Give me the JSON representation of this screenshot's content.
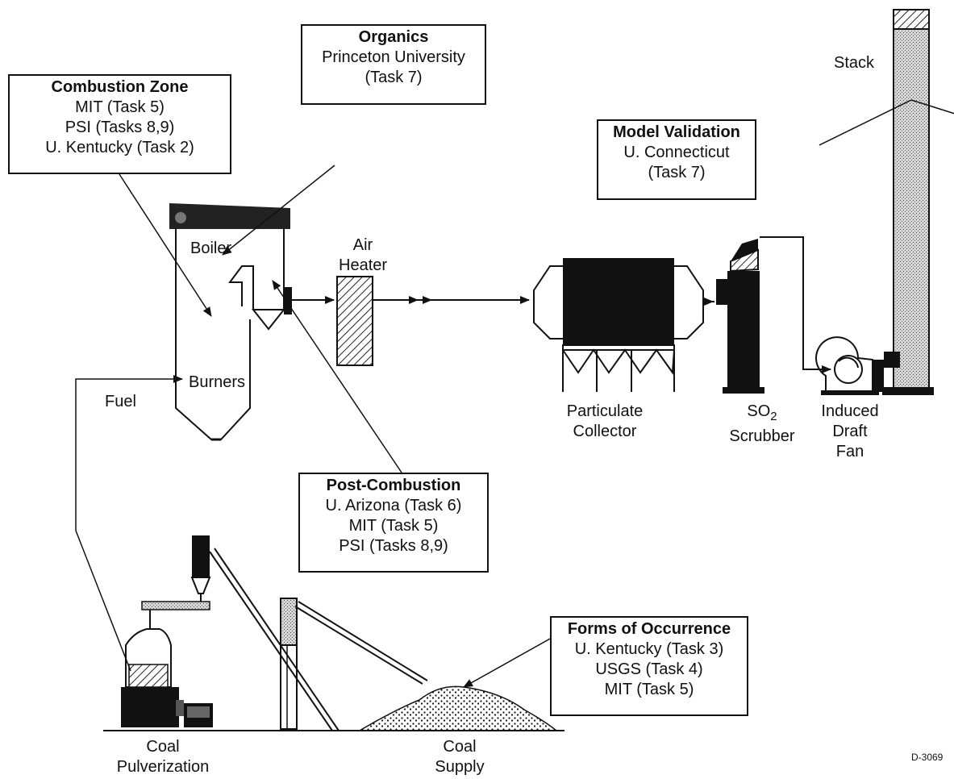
{
  "boxes": {
    "combustion_zone": {
      "title": "Combustion Zone",
      "lines": [
        "MIT (Task 5)",
        "PSI (Tasks 8,9)",
        "U. Kentucky (Task 2)"
      ]
    },
    "organics": {
      "title": "Organics",
      "lines": [
        "Princeton University",
        "(Task 7)"
      ]
    },
    "model_validation": {
      "title": "Model Validation",
      "lines": [
        "U. Connecticut",
        "(Task 7)"
      ]
    },
    "post_combustion": {
      "title": "Post-Combustion",
      "lines": [
        "U. Arizona (Task 6)",
        "MIT (Task 5)",
        "PSI (Tasks 8,9)"
      ]
    },
    "forms_of_occurrence": {
      "title": "Forms of Occurrence",
      "lines": [
        "U. Kentucky (Task 3)",
        "USGS (Task 4)",
        "MIT (Task 5)"
      ]
    }
  },
  "labels": {
    "stack": "Stack",
    "boiler": "Boiler",
    "air_heater": [
      "Air",
      "Heater"
    ],
    "burners": "Burners",
    "fuel": "Fuel",
    "particulate_collector": [
      "Particulate",
      "Collector"
    ],
    "so2_scrubber": {
      "prefix": "SO",
      "sub": "2",
      "second": "Scrubber"
    },
    "induced_draft_fan": [
      "Induced",
      "Draft",
      "Fan"
    ],
    "coal_pulverization": [
      "Coal",
      "Pulverization"
    ],
    "coal_supply": [
      "Coal",
      "Supply"
    ],
    "figure_id": "D-3069"
  }
}
